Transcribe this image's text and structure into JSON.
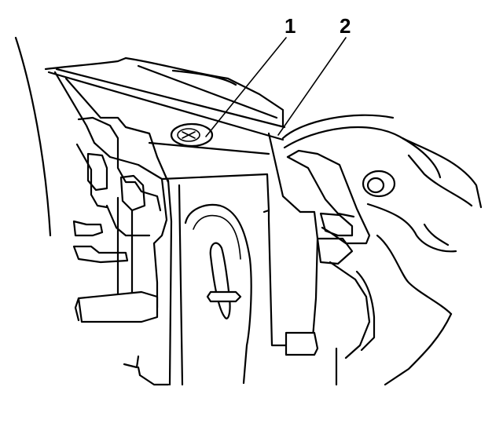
{
  "callouts": [
    {
      "label": "1",
      "part": "fastener"
    },
    {
      "label": "2",
      "part": "panel"
    }
  ]
}
